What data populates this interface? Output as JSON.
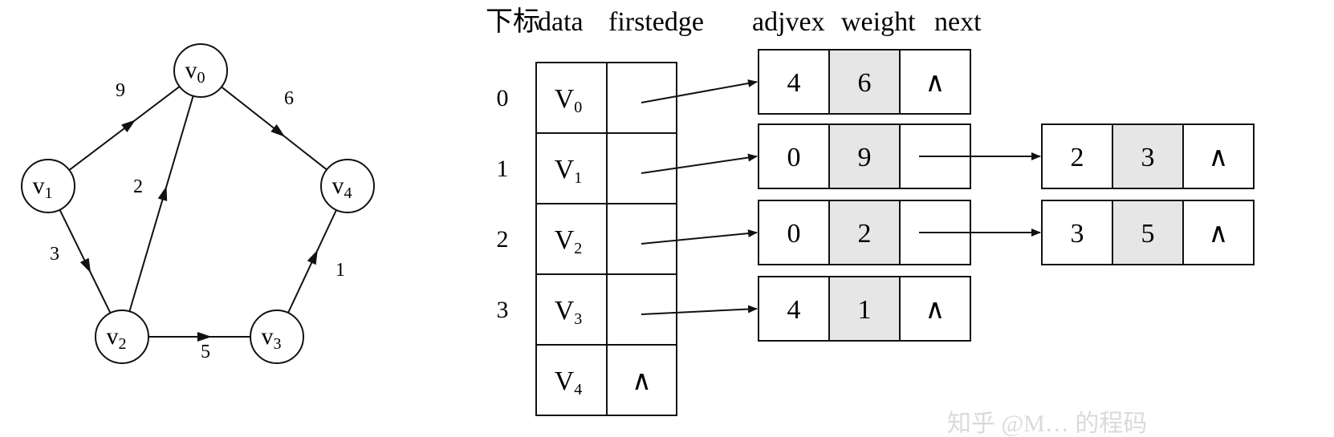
{
  "graph": {
    "vertices": [
      {
        "id": "v0",
        "letter": "v",
        "index": "0"
      },
      {
        "id": "v1",
        "letter": "v",
        "index": "1"
      },
      {
        "id": "v2",
        "letter": "v",
        "index": "2"
      },
      {
        "id": "v3",
        "letter": "v",
        "index": "3"
      },
      {
        "id": "v4",
        "letter": "v",
        "index": "4"
      }
    ],
    "edges": [
      {
        "from": "v1",
        "to": "v0",
        "weight": "9"
      },
      {
        "from": "v0",
        "to": "v4",
        "weight": "6"
      },
      {
        "from": "v2",
        "to": "v0",
        "weight": "2"
      },
      {
        "from": "v1",
        "to": "v2",
        "weight": "3"
      },
      {
        "from": "v2",
        "to": "v3",
        "weight": "5"
      },
      {
        "from": "v3",
        "to": "v4",
        "weight": "1"
      }
    ]
  },
  "table": {
    "headers": {
      "index": "下标",
      "data": "data",
      "firstedge": "firstedge",
      "adjvex": "adjvex",
      "weight": "weight",
      "next": "next"
    },
    "rows": [
      {
        "index": "0",
        "letter": "V",
        "sub": "0",
        "firstedge": ""
      },
      {
        "index": "1",
        "letter": "V",
        "sub": "1",
        "firstedge": ""
      },
      {
        "index": "2",
        "letter": "V",
        "sub": "2",
        "firstedge": ""
      },
      {
        "index": "3",
        "letter": "V",
        "sub": "3",
        "firstedge": ""
      },
      {
        "index": "",
        "letter": "V",
        "sub": "4",
        "firstedge": "∧"
      }
    ],
    "edge_nodes": [
      [
        {
          "adjvex": "4",
          "weight": "6",
          "next": "∧"
        }
      ],
      [
        {
          "adjvex": "0",
          "weight": "9",
          "next": ""
        },
        {
          "adjvex": "2",
          "weight": "3",
          "next": "∧"
        }
      ],
      [
        {
          "adjvex": "0",
          "weight": "2",
          "next": ""
        },
        {
          "adjvex": "3",
          "weight": "5",
          "next": "∧"
        }
      ],
      [
        {
          "adjvex": "4",
          "weight": "1",
          "next": "∧"
        }
      ]
    ]
  },
  "watermark": {
    "text": "知乎 @M… 的程码"
  },
  "colors": {
    "line": "#111111",
    "weight_fill": "#e6e6e6",
    "watermark": "#bdbdbd"
  }
}
